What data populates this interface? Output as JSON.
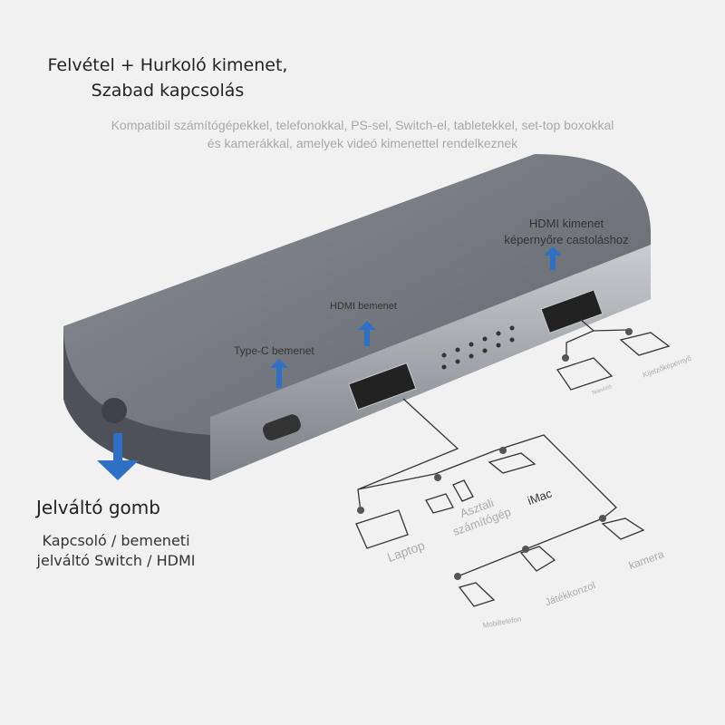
{
  "headline": {
    "line1": "Felvétel + Hurkoló kimenet,",
    "line2": "Szabad kapcsolás"
  },
  "subtitle": {
    "line1": "Kompatibil számítógépekkel, telefonokkal, PS-sel, Switch-el, tabletekkel, set-top boxokkal",
    "line2": "és kamerákkal, amelyek videó kimenettel rendelkeznek"
  },
  "ports": {
    "typec": "Type-C bemenet",
    "hdmi_in": "HDMI bemenet",
    "hdmi_out_1": "HDMI kimenet",
    "hdmi_out_2": "képernyőre castoláshoz"
  },
  "button": {
    "title": "Jelváltó gomb",
    "desc1": "Kapcsoló / bemeneti",
    "desc2": "jelváltó Switch / HDMI"
  },
  "devices": {
    "tv": "Televízió",
    "monitor": "Kijelzőképernyő",
    "laptop": "Laptop",
    "desktop1": "Asztali",
    "desktop2": "számítógép",
    "imac": "iMac",
    "camera": "kamera",
    "console": "Játékkonzol",
    "phone": "Mobiltelefon"
  },
  "colors": {
    "arrow": "#2f6fc4",
    "device": "#6b6f76"
  }
}
